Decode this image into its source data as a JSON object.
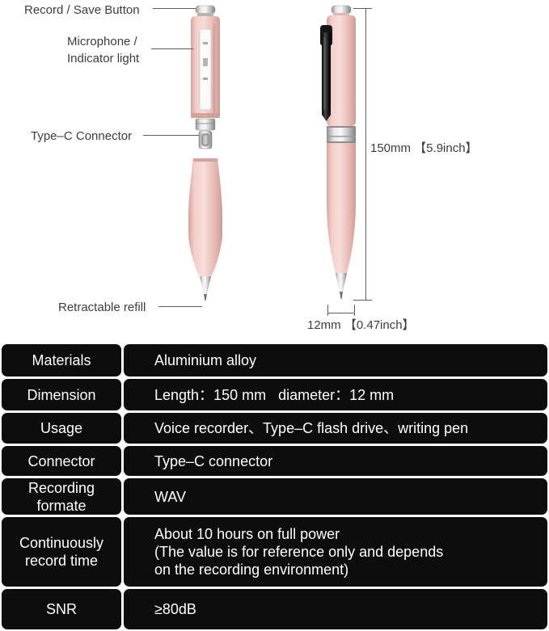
{
  "diagram": {
    "labels": {
      "record_save_button": "Record / Save Button",
      "microphone_indicator": "Microphone /\nIndicator light",
      "type_c_connector": "Type–C Connector",
      "retractable_refill": "Retractable refill",
      "length_dimension": "150mm 【5.9inch】",
      "diameter_dimension": "12mm 【0.47inch】"
    },
    "colors": {
      "pen_body_pink": "#eec3bd",
      "metal_silver": "#d9d9d9",
      "clip_black": "#1a1a1a",
      "annotation_gray": "#5f5f5f"
    }
  },
  "spec_table": {
    "cell_background": "#0d0d0d",
    "text_color": "#ffffff",
    "rows": [
      {
        "label": "Materials",
        "value": "Aluminium alloy"
      },
      {
        "label": "Dimension",
        "value": "Length：150 mm   diameter：12 mm"
      },
      {
        "label": "Usage",
        "value": "Voice recorder、Type–C flash drive、writing pen"
      },
      {
        "label": "Connector",
        "value": "Type–C connector"
      },
      {
        "label": "Recording formate",
        "value": "WAV"
      },
      {
        "label": "Continuously record time",
        "value": "About 10 hours on full power\n(The value is for reference only and depends\non the recording environment)"
      },
      {
        "label": "SNR",
        "value": "≥80dB"
      }
    ]
  }
}
